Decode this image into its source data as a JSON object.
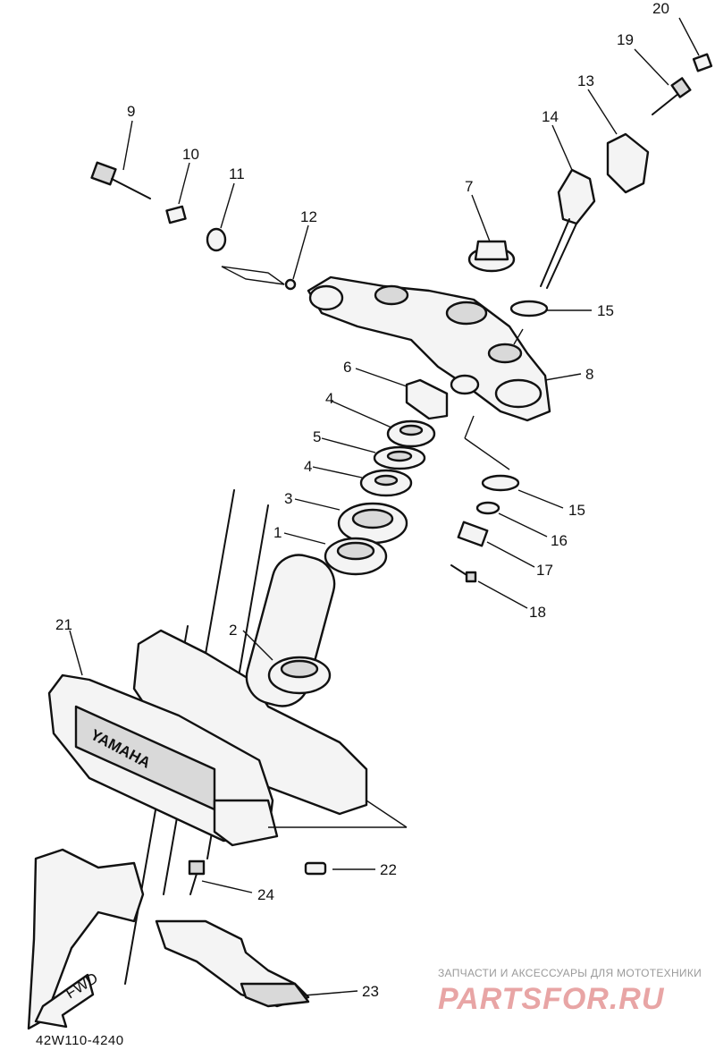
{
  "diagram": {
    "code": "42W110-4240",
    "stamp": "YAMAHA",
    "fwd": "FWD",
    "labels": [
      "1",
      "2",
      "3",
      "4",
      "4",
      "5",
      "6",
      "7",
      "8",
      "9",
      "10",
      "11",
      "12",
      "13",
      "14",
      "15",
      "15",
      "16",
      "17",
      "18",
      "19",
      "20",
      "21",
      "22",
      "23",
      "24"
    ]
  },
  "watermark": {
    "line1": "ЗАПЧАСТИ И АКСЕССУАРЫ ДЛЯ МОТОТЕХНИКИ",
    "line2": "PARTSFOR.RU"
  }
}
